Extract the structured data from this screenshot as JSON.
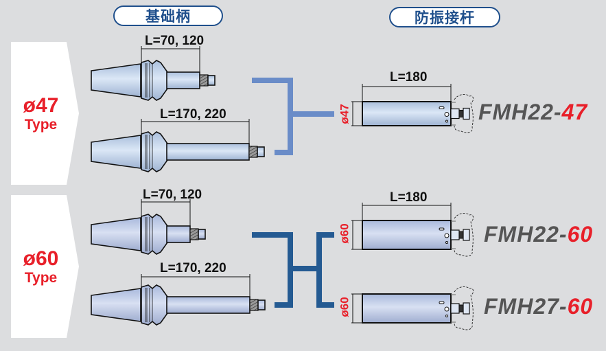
{
  "headers": {
    "base_holder": "基础柄",
    "anti_vibration_bar": "防振接杆"
  },
  "groups": [
    {
      "type_diameter": "ø47",
      "type_word": "Type",
      "holders": [
        {
          "length_label": "L=70, 120"
        },
        {
          "length_label": "L=170, 220"
        }
      ],
      "connector_color": "#6a8cc8",
      "bars": [
        {
          "length_label": "L=180",
          "diameter_label": "ø47",
          "model_prefix": "FMH22-",
          "model_suffix": "47"
        }
      ]
    },
    {
      "type_diameter": "ø60",
      "type_word": "Type",
      "holders": [
        {
          "length_label": "L=70, 120"
        },
        {
          "length_label": "L=170, 220"
        }
      ],
      "connector_color": "#245a92",
      "bars": [
        {
          "length_label": "L=180",
          "diameter_label": "ø60",
          "model_prefix": "FMH22-",
          "model_suffix": "60"
        },
        {
          "length_label": "",
          "diameter_label": "ø60",
          "model_prefix": "FMH27-",
          "model_suffix": "60"
        }
      ]
    }
  ],
  "colors": {
    "accent_red": "#e8202a",
    "header_blue": "#1f4f8c",
    "body_fill": "#c9daf0",
    "background": "#dcdddf"
  }
}
